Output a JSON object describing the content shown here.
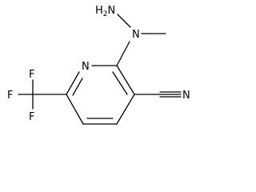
{
  "molecule": {
    "atoms": {
      "hydrazine_nh2": "H2N",
      "hydrazine_n": "N",
      "ring_n": "N",
      "nitrile_n": "N",
      "f_top": "F",
      "f_left": "F",
      "f_bottom": "F"
    }
  },
  "colors": {
    "bond": "#000000",
    "background": "#ffffff"
  }
}
